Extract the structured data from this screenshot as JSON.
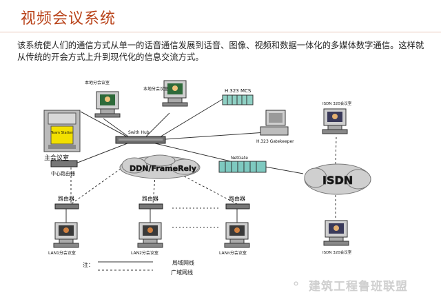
{
  "title": "视频会议系统",
  "intro": "该系统使人们的通信方式从单一的话音通信发展到话音、图像、视频和数据一体化的多媒体数字通信。这样就从传统的开会方式上升到现代化的信息交流方式。",
  "diagram": {
    "hub_label": "Swith Hub",
    "mcu_label": "H.323 MCS",
    "gatekeeper_label": "H.323 Gatekeeper",
    "netgate_label": "NetGate",
    "ddn_label": "DDN/FrameRely",
    "isdn_label": "ISDN",
    "main_room_label": "主会议室",
    "central_router_label": "中心路由器",
    "sub_room_a_label": "本地分会议室",
    "sub_room_b_label": "本地分会议室",
    "router_label": "路由器",
    "lan1_label": "LAN1分会议室",
    "lan2_label": "LAN2分会议室",
    "lann_label": "LANn分会议室",
    "isdn_top_label": "ISDN 320会议室",
    "isdn_bottom_label": "ISDN 320会议室",
    "legend_prefix": "注：",
    "legend_lan": "局域网线",
    "legend_wan": "广域网线",
    "wall_screen_text": "Team Station"
  },
  "watermark": "建筑工程鲁班联盟"
}
